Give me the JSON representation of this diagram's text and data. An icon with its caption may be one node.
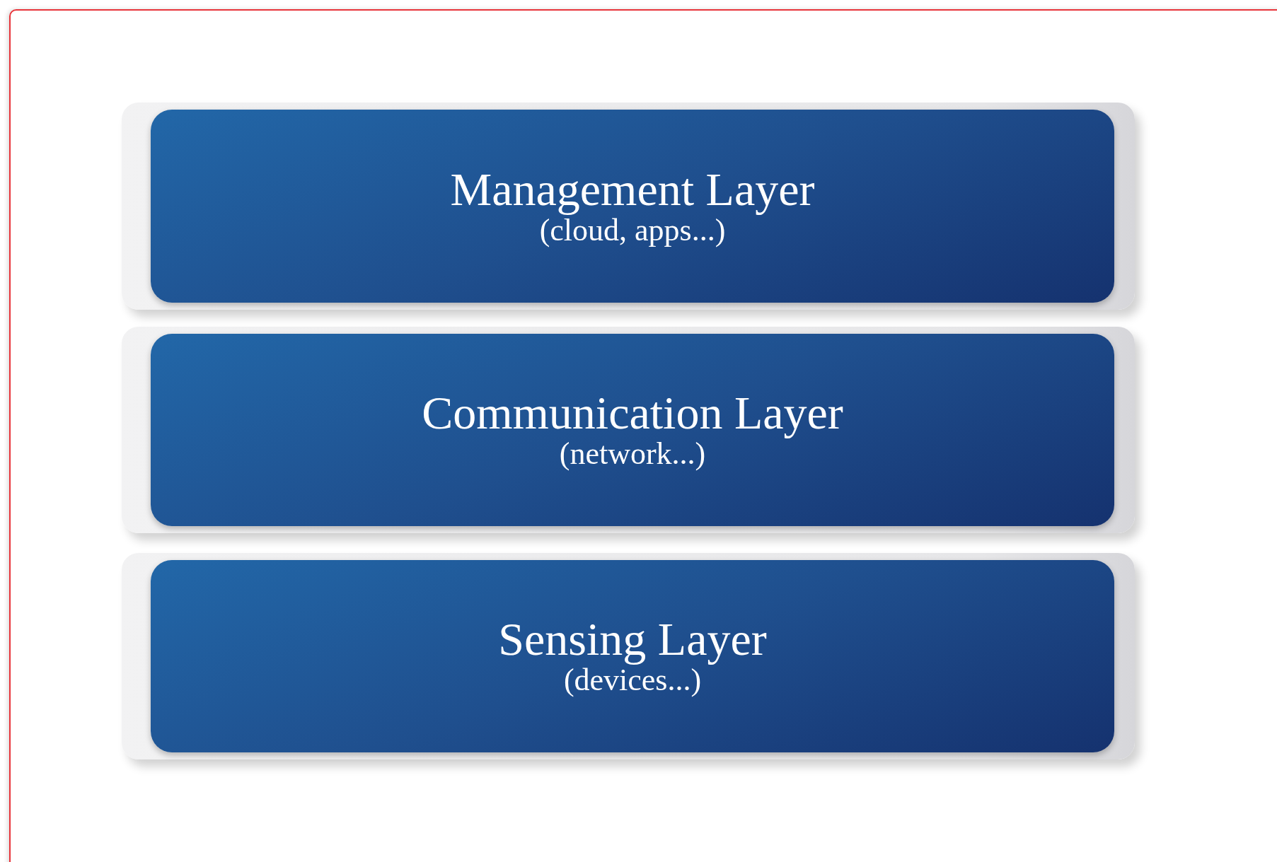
{
  "diagram": {
    "nodes": [
      {
        "text": [
          "Management Layer",
          "(cloud, apps...)"
        ]
      },
      {
        "text": [
          "Communication Layer",
          "(network...)"
        ]
      },
      {
        "text": [
          "Sensing Layer",
          "(devices...)"
        ]
      }
    ]
  }
}
